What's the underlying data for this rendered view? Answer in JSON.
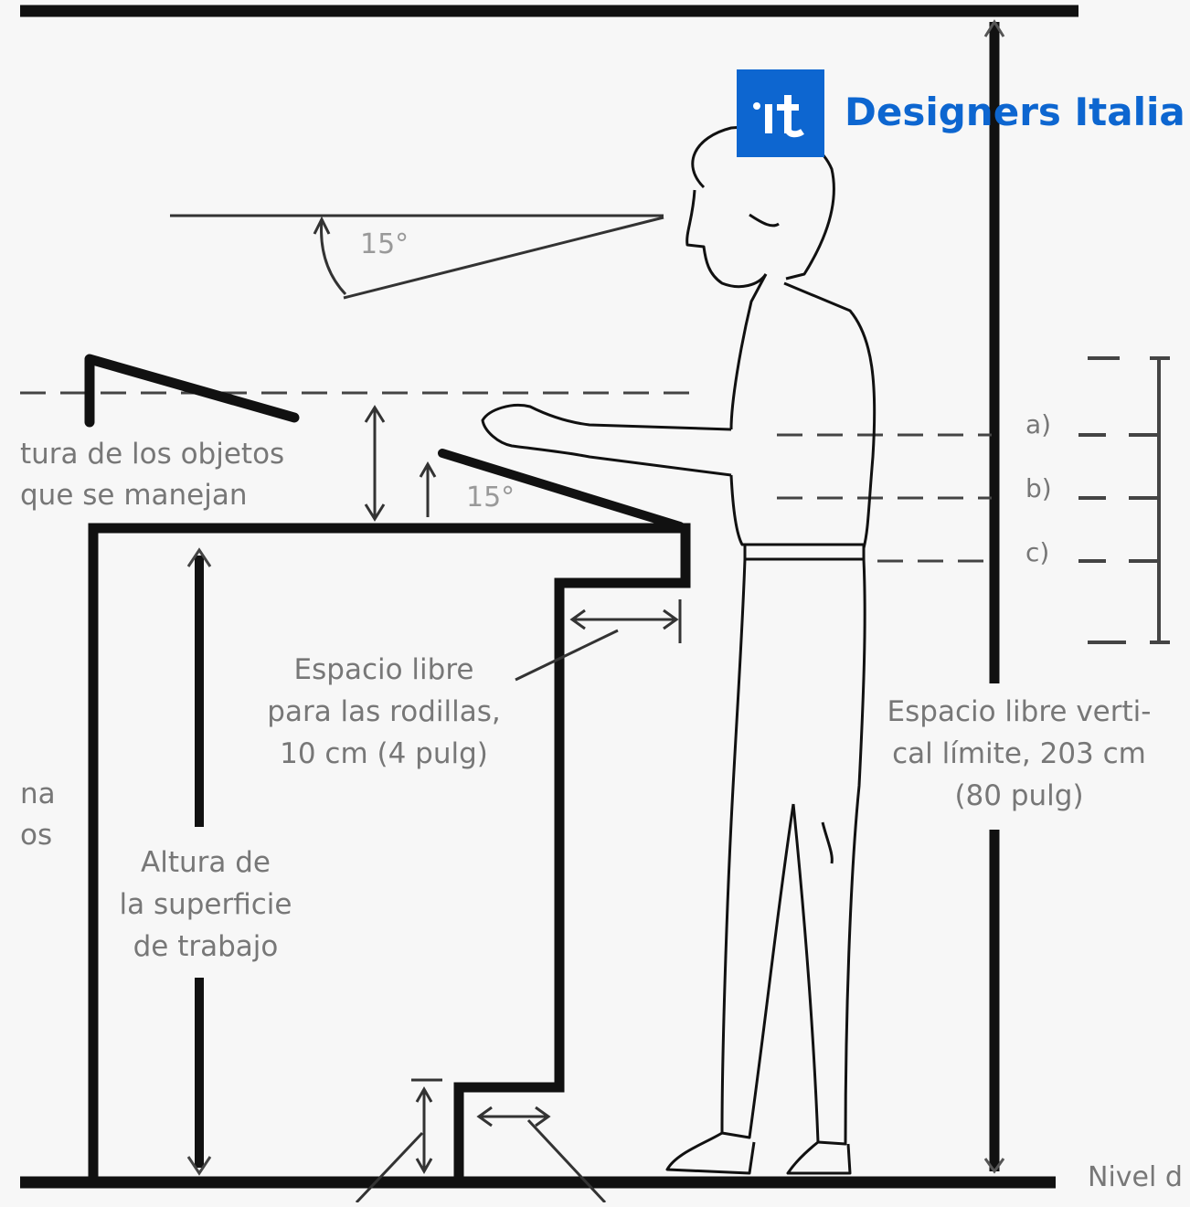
{
  "brand": {
    "name": "Designers Italia",
    "logo_mark": "it"
  },
  "angles": {
    "sight_line": "15°",
    "work_surface": "15°"
  },
  "left_labels": {
    "object_height_line1": "tura de los objetos",
    "object_height_line2": "que se manejan",
    "cut_line1": "na",
    "cut_line2": "os"
  },
  "knee_space": {
    "line1": "Espacio libre",
    "line2": "para las rodillas,",
    "line3": "10 cm (4 pulg)"
  },
  "work_surface_height": {
    "line1": "Altura de",
    "line2": "la superficie",
    "line3": "de trabajo"
  },
  "vertical_clearance": {
    "line1": "Espacio libre verti-",
    "line2": "cal límite, 203 cm",
    "line3": "(80 pulg)"
  },
  "levels": [
    "a)",
    "b)",
    "c)"
  ],
  "floor_label": "Nivel d"
}
